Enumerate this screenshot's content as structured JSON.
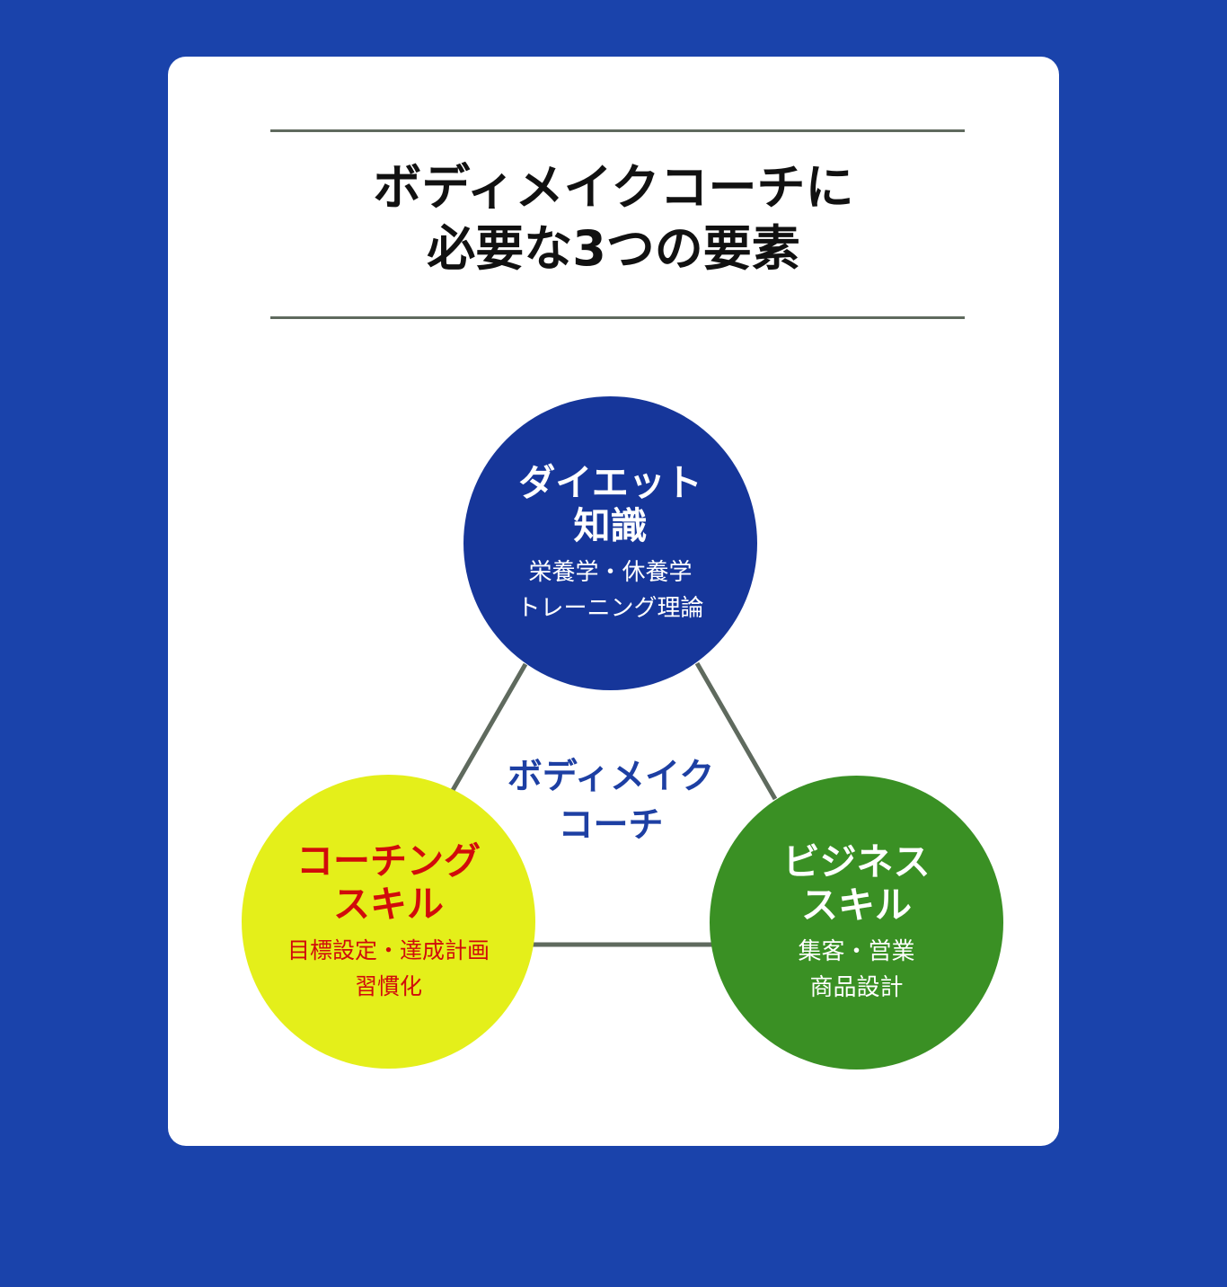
{
  "title": {
    "line1": "ボディメイクコーチに",
    "line2": "必要な3つの要素"
  },
  "center": {
    "line1": "ボディメイク",
    "line2": "コーチ"
  },
  "nodes": {
    "diet": {
      "heading_line1": "ダイエット",
      "heading_line2": "知識",
      "detail_line1": "栄養学・休養学",
      "detail_line2": "トレーニング理論",
      "color": "#16369a"
    },
    "coaching": {
      "heading_line1": "コーチング",
      "heading_line2": "スキル",
      "detail_line1": "目標設定・達成計画",
      "detail_line2": "習慣化",
      "color": "#e4ef1a",
      "text_color": "#d10b0b"
    },
    "business": {
      "heading_line1": "ビジネス",
      "heading_line2": "スキル",
      "detail_line1": "集客・営業",
      "detail_line2": "商品設計",
      "color": "#3a9024"
    }
  },
  "colors": {
    "background": "#1a43ab",
    "card": "#ffffff",
    "connector": "#5f6a5e"
  }
}
